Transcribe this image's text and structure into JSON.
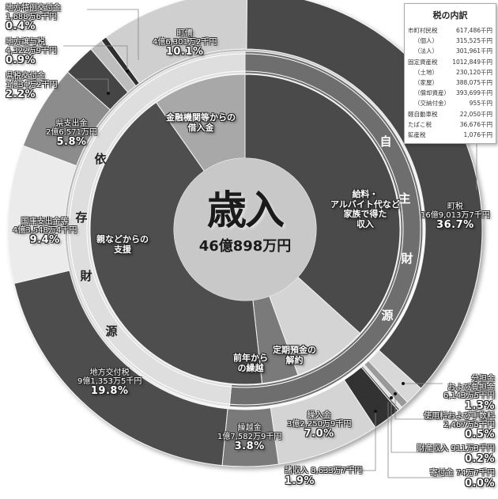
{
  "chart_data": {
    "type": "pie",
    "subtype": "nested-donut",
    "title": "歳入",
    "total": "46億898万円",
    "outer_ring": {
      "start": "12 o'clock, clockwise",
      "slices": [
        {
          "name": "町税",
          "amount": "16億9,013万7千円",
          "percent": 36.7,
          "color": "#4a4a4a"
        },
        {
          "name": "分担金および負担金",
          "amount": "6,143万5千円",
          "percent": 1.3,
          "color": "#d8d8d8"
        },
        {
          "name": "使用料および手数料",
          "amount": "2,467万5千円",
          "percent": 0.5,
          "color": "#9a9a9a"
        },
        {
          "name": "財産収入",
          "amount": "911万3千円",
          "percent": 0.2,
          "color": "#e0e0e0"
        },
        {
          "name": "寄付金",
          "amount": "74万7千円",
          "percent": 0.0,
          "color": "#555555"
        },
        {
          "name": "諸収入",
          "amount": "8,633万7千円",
          "percent": 1.9,
          "color": "#333333"
        },
        {
          "name": "繰入金",
          "amount": "3億2,250万9千円",
          "percent": 7.0,
          "color": "#d4d4d4"
        },
        {
          "name": "繰越金",
          "amount": "1億7,582万9千円",
          "percent": 3.8,
          "color": "#7a7a7a"
        },
        {
          "name": "地方交付税",
          "amount": "9億1,353万5千円",
          "percent": 19.8,
          "color": "#4e4e4e"
        },
        {
          "name": "国庫支出金等",
          "amount": "4億3,548万4千円",
          "percent": 9.4,
          "color": "#ebebeb"
        },
        {
          "name": "県支出金",
          "amount": "2億6,571万円",
          "percent": 5.8,
          "color": "#8c8c8c"
        },
        {
          "name": "県税交付金",
          "amount": "1億34万2千円",
          "percent": 2.2,
          "color": "#444444"
        },
        {
          "name": "地方譲与税",
          "amount": "4,322万9千円",
          "percent": 0.9,
          "color": "#bdbdbd"
        },
        {
          "name": "地方特例交付金",
          "amount": "1,688万6千円",
          "percent": 0.4,
          "color": "#2e2e2e"
        },
        {
          "name": "町債",
          "amount": "4億6,301万2千円",
          "percent": 10.1,
          "color": "#cfcfcf"
        }
      ]
    },
    "middle_ring": {
      "groups": [
        {
          "name": "自主財源",
          "chars": [
            "自",
            "主",
            "財",
            "源"
          ],
          "color": "#6e6e6e"
        },
        {
          "name": "依存財源",
          "chars": [
            "依",
            "存",
            "財",
            "源"
          ],
          "color": "#dedede"
        }
      ]
    },
    "inner_ring": {
      "slices": [
        {
          "label": "給料・\nアルバイト代など\n家族で得た\n収入",
          "color": "#4a4a4a"
        },
        {
          "label": "定期預金の\n解約",
          "color": "#d4d4d4"
        },
        {
          "label": "前年から\nの繰越",
          "color": "#7a7a7a"
        },
        {
          "label": "親などからの\n支援",
          "color": "#4e4e4e"
        },
        {
          "label": "金融機関等からの\n借入金",
          "color": "#a8a8a8"
        }
      ]
    },
    "tax_breakdown": {
      "title": "税の内訳",
      "rows": [
        {
          "item": "市町村民税",
          "value": "617,486千円",
          "sub": false
        },
        {
          "item": "（個人）",
          "value": "315,525千円",
          "sub": true
        },
        {
          "item": "（法人）",
          "value": "301,961千円",
          "sub": true
        },
        {
          "item": "固定資産税",
          "value": "1012,849千円",
          "sub": false
        },
        {
          "item": "（土地）",
          "value": "230,120千円",
          "sub": true
        },
        {
          "item": "（家屋）",
          "value": "388,075千円",
          "sub": true
        },
        {
          "item": "（償却資産）",
          "value": "393,699千円",
          "sub": true
        },
        {
          "item": "（交納付金）",
          "value": "955千円",
          "sub": true
        },
        {
          "item": "軽自動車税",
          "value": "22,050千円",
          "sub": false
        },
        {
          "item": "たばこ税",
          "value": "36,676千円",
          "sub": false
        },
        {
          "item": "鉱産税",
          "value": "1,076千円",
          "sub": false
        }
      ]
    }
  },
  "labels": {
    "chouzei": {
      "name": "町税",
      "amount": "16億9,013万7千円",
      "pct": "36.7%"
    },
    "buntan": {
      "name1": "分担金",
      "name2": "および負担金",
      "amount": "6,143万5千円",
      "pct": "1.3%"
    },
    "shiyou": {
      "name": "使用料および手数料",
      "amount": "2,467万5千円",
      "pct": "0.5%"
    },
    "zaisan": {
      "name": "財産収入 911万3千円",
      "pct": "0.2%"
    },
    "kifu": {
      "name": "寄付金 74万7千円",
      "pct": "0.0%"
    },
    "shoshu": {
      "name": "諸収入 8,633万7千円",
      "pct": "1.9%"
    },
    "kurii": {
      "name": "繰入金",
      "amount": "3億2,250万9千円",
      "pct": "7.0%"
    },
    "kurikoshi": {
      "name": "繰越金",
      "amount": "1億7,582万9千円",
      "pct": "3.8%"
    },
    "koufuzei": {
      "name": "地方交付税",
      "amount": "9億1,353万5千円",
      "pct": "19.8%"
    },
    "kokko": {
      "name": "国庫支出金等",
      "amount": "4億3,548万4千円",
      "pct": "9.4%"
    },
    "kenshi": {
      "name": "県支出金",
      "amount": "2億6,571万円",
      "pct": "5.8%"
    },
    "kenzei": {
      "name": "県税交付金",
      "amount": "1億34万2千円",
      "pct": "2.2%"
    },
    "jouyo": {
      "name": "地方譲与税",
      "amount": "4,322万9千円",
      "pct": "0.9%"
    },
    "tokurei": {
      "name": "地方特例交付金",
      "amount": "1,688万6千円",
      "pct": "0.4%"
    },
    "chousai": {
      "name": "町債",
      "amount": "4億6,301万2千円",
      "pct": "10.1%"
    },
    "inner_salary": [
      "給料・",
      "アルバイト代など",
      "家族で得た",
      "収入"
    ],
    "inner_deposit": [
      "定期預金の",
      "解約"
    ],
    "inner_carry": [
      "前年から",
      "の繰越"
    ],
    "inner_parents": [
      "親などからの",
      "支援"
    ],
    "inner_loan": [
      "金融機関等からの",
      "借入金"
    ],
    "center_title": "歳入",
    "center_total": "46億898万円",
    "ring_own": [
      "自",
      "主",
      "財",
      "源"
    ],
    "ring_dep": [
      "依",
      "存",
      "財",
      "源"
    ]
  }
}
